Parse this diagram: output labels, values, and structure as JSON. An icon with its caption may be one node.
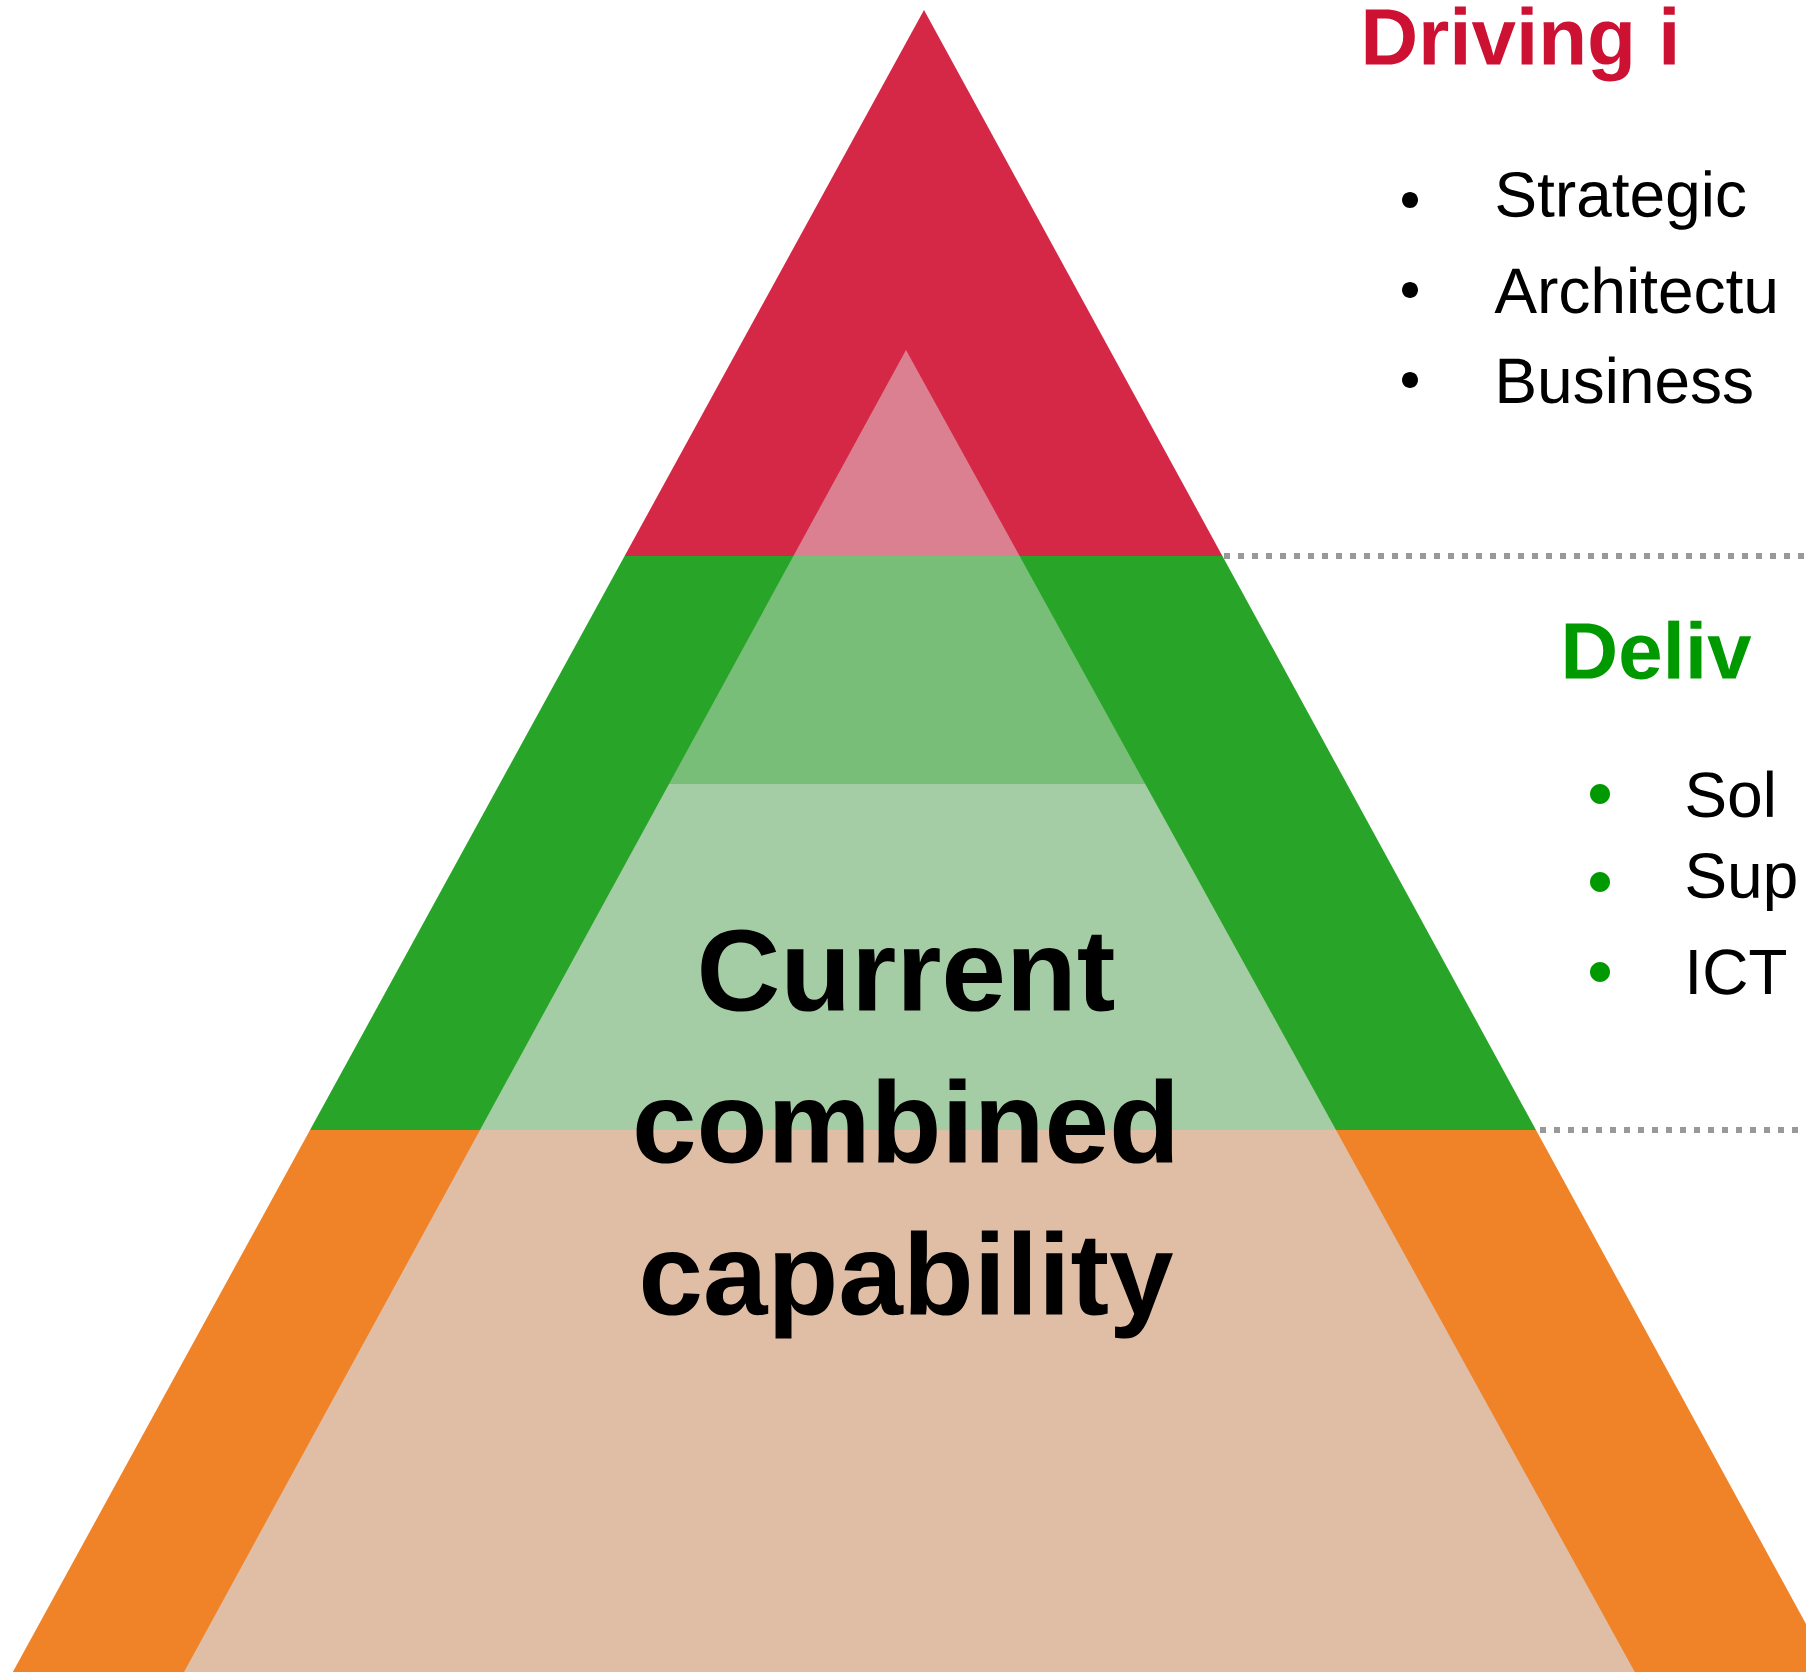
{
  "diagram": {
    "nodes": [
      {
        "text": [
          "Current combined capability"
        ]
      }
    ],
    "edges": [],
    "labels": [
      "Driving i",
      "Strategic",
      "Architectu",
      "Business",
      "Deliv",
      "Sol",
      "Sup",
      "ICT"
    ]
  }
}
